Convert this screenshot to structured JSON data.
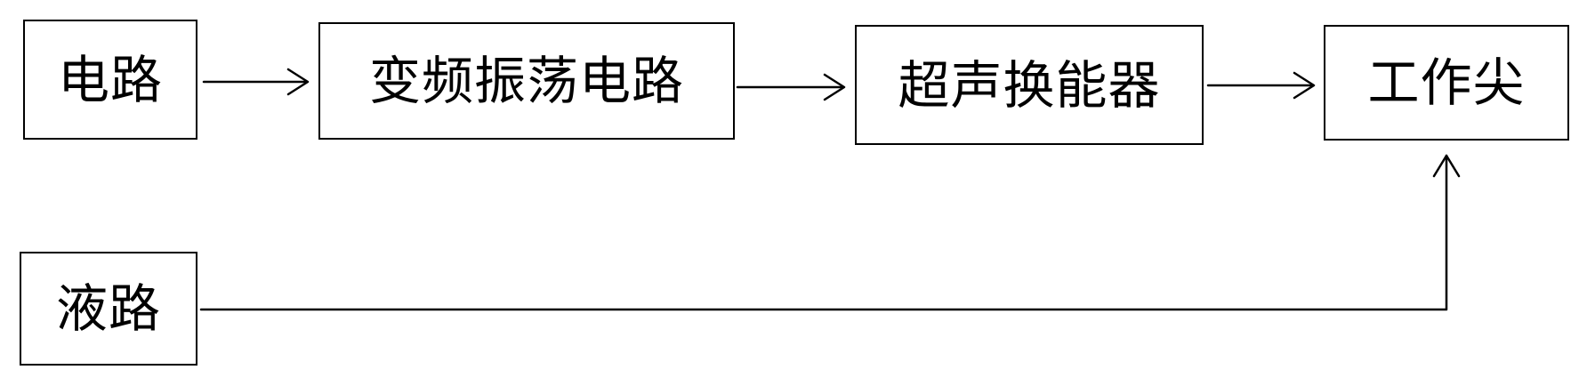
{
  "diagram": {
    "nodes": {
      "circuit": {
        "label": "电路"
      },
      "vfo": {
        "label": "变频振荡电路"
      },
      "transducer": {
        "label": "超声换能器"
      },
      "tip": {
        "label": "工作尖"
      },
      "fluid": {
        "label": "液路"
      }
    },
    "edges": [
      {
        "from": "电路",
        "to": "变频振荡电路"
      },
      {
        "from": "变频振荡电路",
        "to": "超声换能器"
      },
      {
        "from": "超声换能器",
        "to": "工作尖"
      },
      {
        "from": "液路",
        "to": "工作尖"
      }
    ],
    "colors": {
      "stroke": "#000000",
      "background": "#ffffff"
    }
  }
}
